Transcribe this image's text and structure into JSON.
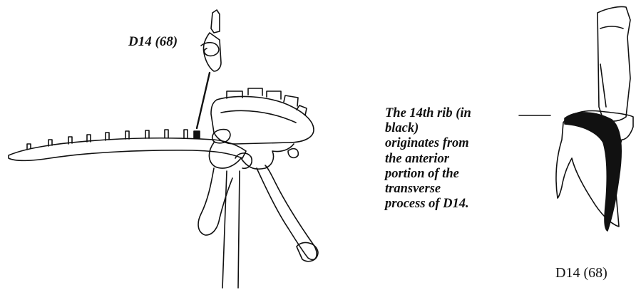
{
  "labels": {
    "vertebra_top": "D14 (68)",
    "vertebra_right": "D14 (68)"
  },
  "caption": {
    "lines": [
      "The 14th rib (in",
      "black)",
      "originates from",
      "the anterior",
      "portion of the",
      "transverse",
      "process of D14."
    ]
  },
  "colors": {
    "ink": "#111111",
    "rib_fill": "#000000",
    "background": "#ffffff"
  }
}
